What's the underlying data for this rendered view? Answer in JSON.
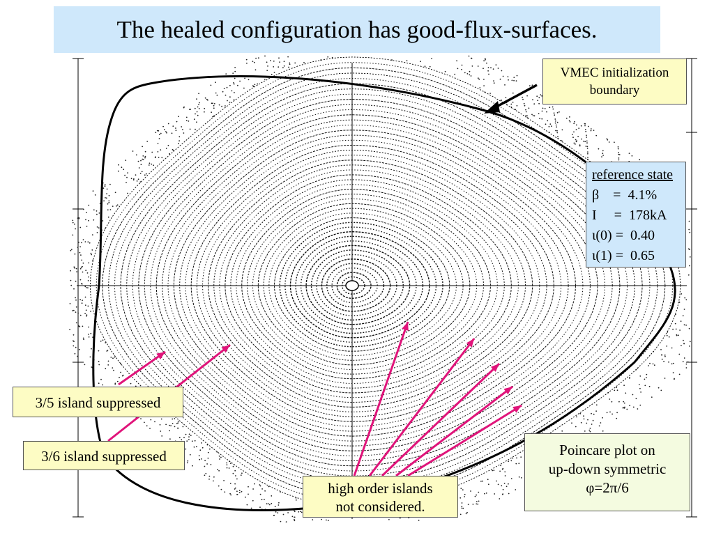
{
  "title": "The healed configuration has good-flux-surfaces.",
  "annotations": {
    "vmec": {
      "line1": "VMEC initialization",
      "line2": "boundary"
    },
    "reference_state": {
      "header": "reference state",
      "rows": [
        "β    =  4.1%",
        "I     =  178kA",
        "ι(0) =  0.40",
        "ι(1) =  0.65"
      ]
    },
    "island_35": "3/5 island suppressed",
    "island_36": "3/6 island suppressed",
    "high_order": {
      "line1": "high order islands",
      "line2": "not considered."
    },
    "poincare": {
      "line1": "Poincare plot on",
      "line2": "up-down symmetric",
      "line3": "φ=2π/6"
    }
  },
  "colors": {
    "title_bg": "#cfe8fb",
    "reference_bg": "#cfe8fb",
    "callout_yellow": "#fdfcc4",
    "poincare_bg": "#f4fbe0",
    "arrow_pink": "#e0147a",
    "boundary": "#000000"
  }
}
